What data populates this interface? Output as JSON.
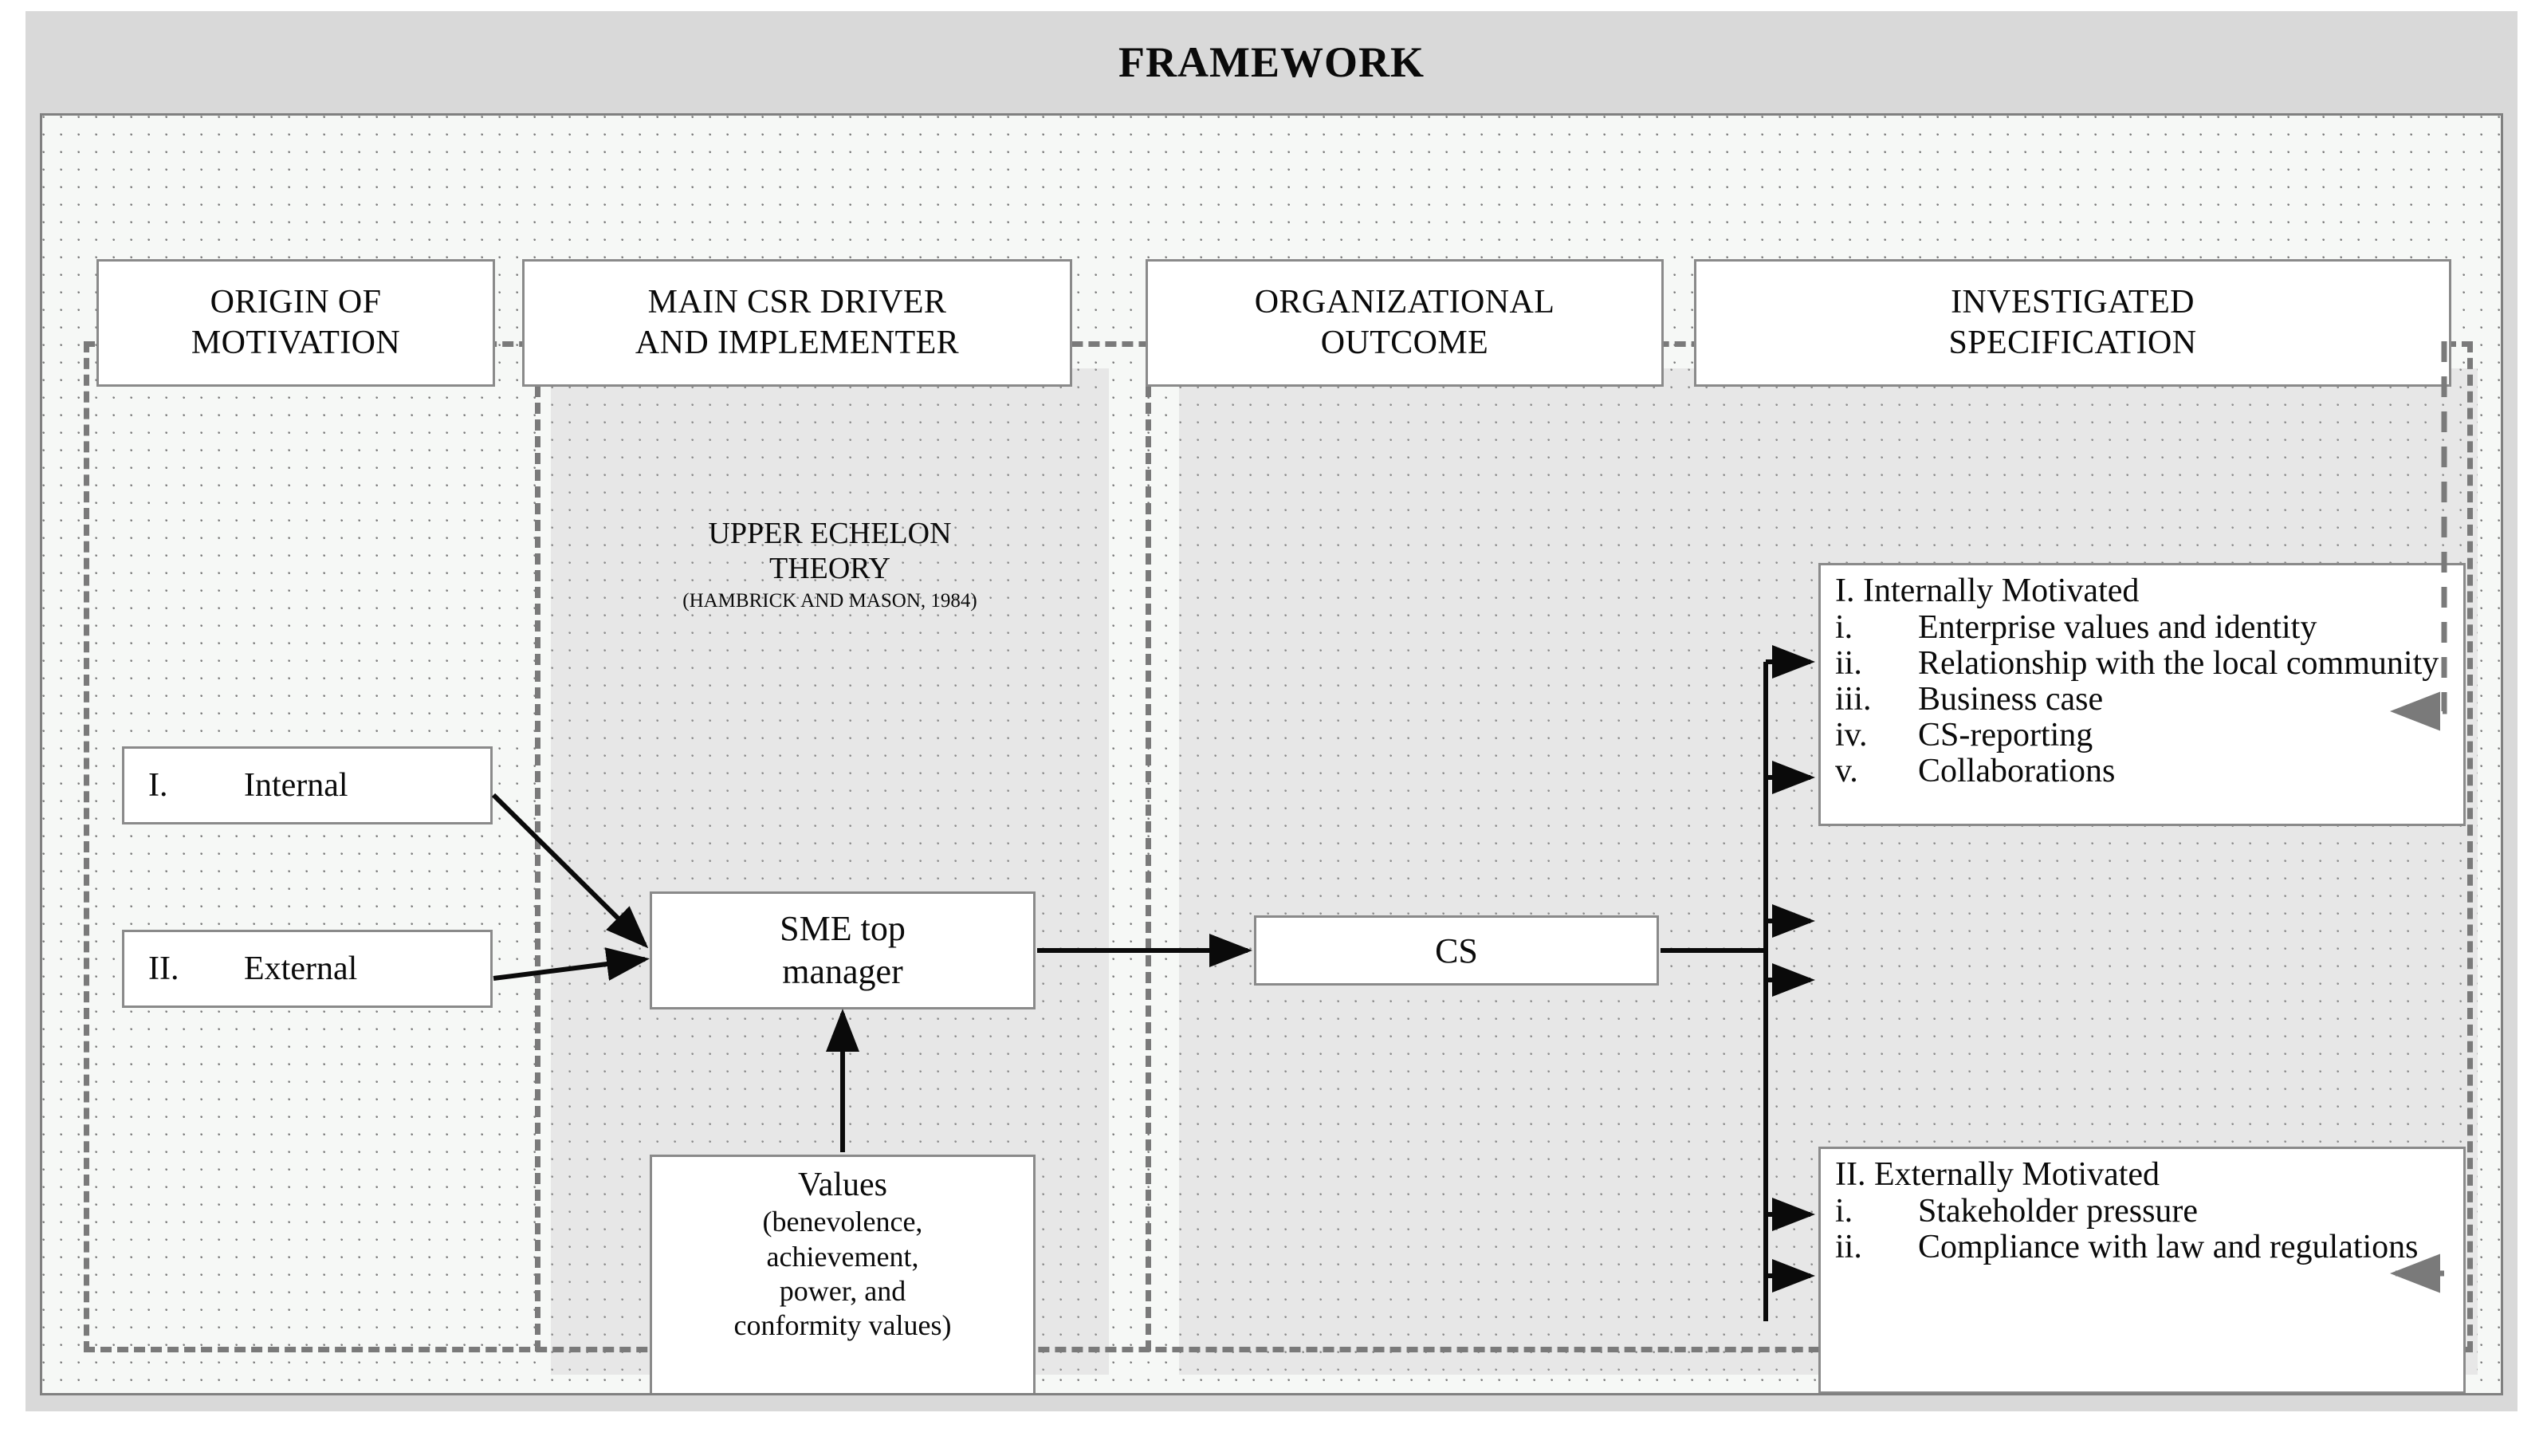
{
  "figure": {
    "title": "FRAMEWORK"
  },
  "columns": [
    {
      "key": "origin",
      "label": "ORIGIN OF\nMOTIVATION"
    },
    {
      "key": "driver",
      "label": "MAIN CSR DRIVER\nAND IMPLEMENTER"
    },
    {
      "key": "outcome",
      "label": "ORGANIZATIONAL\nOUTCOME"
    },
    {
      "key": "spec",
      "label": "INVESTIGATED\nSPECIFICATION"
    }
  ],
  "column_headers": {
    "origin_line1": "ORIGIN OF",
    "origin_line2": "MOTIVATION",
    "driver_line1": "MAIN CSR DRIVER",
    "driver_line2": "AND IMPLEMENTER",
    "outcome_line1": "ORGANIZATIONAL",
    "outcome_line2": "OUTCOME",
    "spec_line1": "INVESTIGATED",
    "spec_line2": "SPECIFICATION"
  },
  "theory": {
    "line1": "UPPER ECHELON",
    "line2": "THEORY",
    "citation": "(HAMBRICK AND MASON, 1984)"
  },
  "origin_nodes": [
    {
      "numeral": "I.",
      "label": "Internal"
    },
    {
      "numeral": "II.",
      "label": "External"
    }
  ],
  "driver_nodes": {
    "manager_line1": "SME top",
    "manager_line2": "manager",
    "values_title": "Values",
    "values_line1": "(benevolence,",
    "values_line2": "achievement,",
    "values_line3": "power, and",
    "values_line4": "conformity values)"
  },
  "outcome_node": {
    "label": "CS"
  },
  "specification": {
    "internal": {
      "heading": "I. Internally Motivated",
      "items": [
        {
          "numeral": "i.",
          "text": "Enterprise values and identity"
        },
        {
          "numeral": "ii.",
          "text": "Relationship with the local community"
        },
        {
          "numeral": "iii.",
          "text": "Business case"
        },
        {
          "numeral": "iv.",
          "text": "CS-reporting"
        },
        {
          "numeral": "v.",
          "text": "Collaborations"
        }
      ]
    },
    "external": {
      "heading": "II. Externally Motivated",
      "items": [
        {
          "numeral": "i.",
          "text": "Stakeholder pressure"
        },
        {
          "numeral": "ii.",
          "text": "Compliance with law and regulations"
        }
      ]
    }
  },
  "colors": {
    "window_background": "#d9d9d9",
    "canvas_background": "#f6f8f6",
    "panel_grey": "#e7e7e7",
    "box_border": "#8a8a8a",
    "dashed_border": "#7a7a7a",
    "arrow": "#0a0a0a",
    "text": "#0b0b0b"
  }
}
